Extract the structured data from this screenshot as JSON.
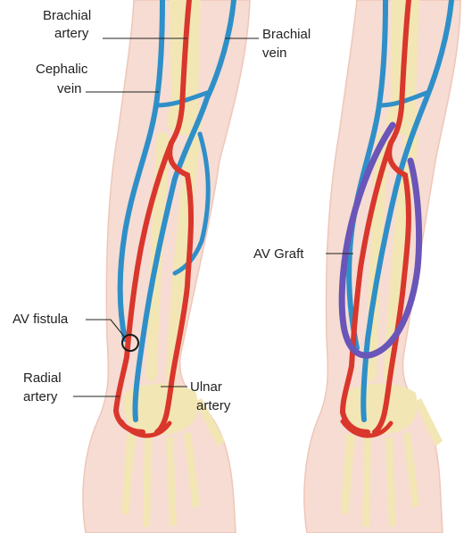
{
  "labels": {
    "brachial_artery": [
      "Brachial",
      "artery"
    ],
    "brachial_vein": [
      "Brachial",
      "vein"
    ],
    "cephalic_vein": [
      "Cephalic",
      "vein"
    ],
    "av_fistula": "AV fistula",
    "radial_artery": [
      "Radial",
      "artery"
    ],
    "ulnar_artery": [
      "Ulnar",
      "artery"
    ],
    "av_graft": "AV Graft"
  },
  "colors": {
    "skin": "#f6dcd2",
    "skin_edge": "#eec7b8",
    "bone": "#f3e6b5",
    "artery": "#d9362c",
    "vein": "#2f8fc8",
    "graft": "#6a55b8",
    "fistula_marker": "#1a1a1a"
  }
}
